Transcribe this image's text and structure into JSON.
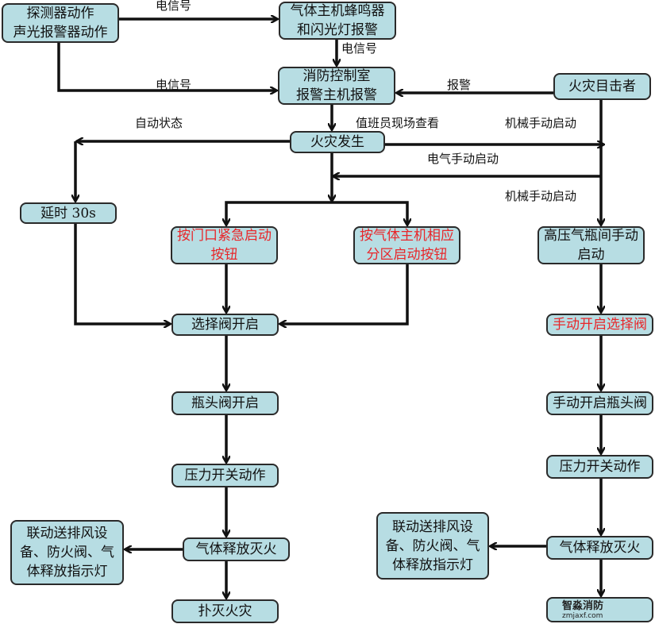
{
  "nodes": {
    "detector": "探测器动作\n声光报警器动作",
    "gas_host_alarm": "气体主机蜂鸣器\n和闪光灯报警",
    "control_room": "消防控制室\n报警主机报警",
    "witness": "火灾目击者",
    "fire": "火灾发生",
    "delay": "延时 30s",
    "door_button": "按门口紧急启动\n按钮",
    "zone_button": "按气体主机相应\n分区启动按钮",
    "cylinder_manual": "高压气瓶间手动\n启动",
    "selector_open": "选择阀开启",
    "selector_manual": "手动开启选择阀",
    "bottle_open": "瓶头阀开启",
    "bottle_manual": "手动开启瓶头阀",
    "pressure_left": "压力开关动作",
    "pressure_right": "压力开关动作",
    "linkage_left": "联动送排风设\n备、防火阀、气\n体释放指示灯",
    "release_left": "气体释放灭火",
    "extinguish": "扑灭火灾",
    "linkage_right": "联动送排风设\n备、防火阀、气\n体释放指示灯",
    "release_right": "气体释放灭火",
    "final_right": ""
  },
  "labels": {
    "signal1": "电信号",
    "signal2": "电信号",
    "signal3": "电信号",
    "report": "报警",
    "duty_check": "值班员现场查看",
    "auto": "自动状态",
    "mech1": "机械手动启动",
    "elec": "电气手动启动",
    "mech2": "机械手动启动"
  },
  "watermark": {
    "name": "智淼消防",
    "url": "zmjaxf.com"
  },
  "colors": {
    "box_fill": "#b7dde3",
    "highlight_text": "#e8262a"
  }
}
